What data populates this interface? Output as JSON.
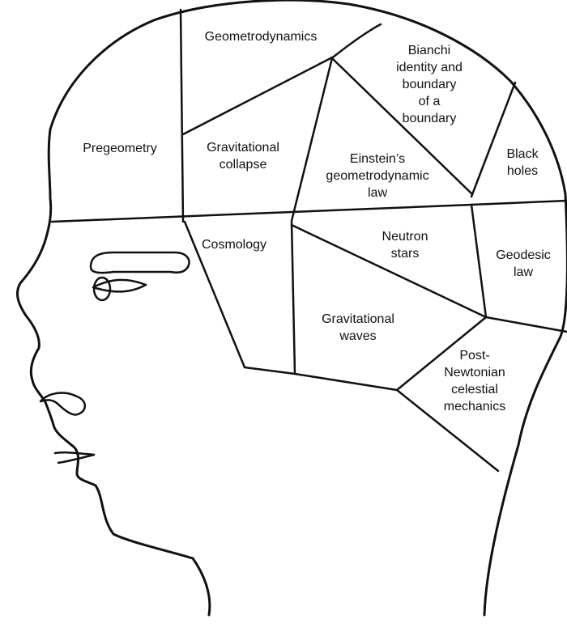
{
  "regions": {
    "pregeometry": "Pregeometry",
    "geometrodynamics": "Geometrodynamics",
    "bianchi": "Bianchi\nidentity and\nboundary\nof a\nboundary",
    "gravitational_collapse": "Gravitational\ncollapse",
    "einstein_law": "Einstein’s\ngeometrodynamic\nlaw",
    "black_holes": "Black\nholes",
    "cosmology": "Cosmology",
    "neutron_stars": "Neutron\nstars",
    "geodesic_law": "Geodesic\nlaw",
    "gravitational_waves": "Gravitational\nwaves",
    "post_newtonian": "Post-\nNewtonian\ncelestial\nmechanics"
  },
  "colors": {
    "ink": "#111111",
    "background": "#ffffff"
  }
}
